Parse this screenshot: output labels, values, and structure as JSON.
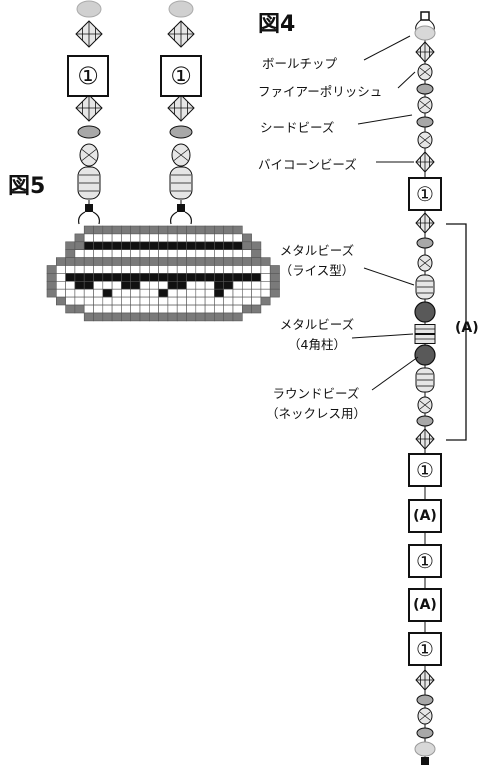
{
  "figure4": {
    "title": "図4",
    "labels": {
      "ball_chip": "ボールチップ",
      "fire_polish": "ファイアーポリッシュ",
      "seed_beads": "シードビーズ",
      "bicone_beads": "バイコーンビーズ",
      "metal_rice_line1": "メタルビーズ",
      "metal_rice_line2": "（ライス型）",
      "metal_square_line1": "メタルビーズ",
      "metal_square_line2": "（4角柱）",
      "round_line1": "ラウンドビーズ",
      "round_line2": "（ネックレス用）"
    },
    "bracket_label": "(A)",
    "sequence": [
      "①",
      "①",
      "(A)",
      "①",
      "(A)",
      "①"
    ]
  },
  "figure5": {
    "title": "図5",
    "unit_label": "①"
  },
  "colors": {
    "outline": "#111111",
    "bead_light": "#e6e6e6",
    "bead_mid": "#a8a8a8",
    "bead_dark": "#595959",
    "grid_gray": "#7a7a7a"
  }
}
